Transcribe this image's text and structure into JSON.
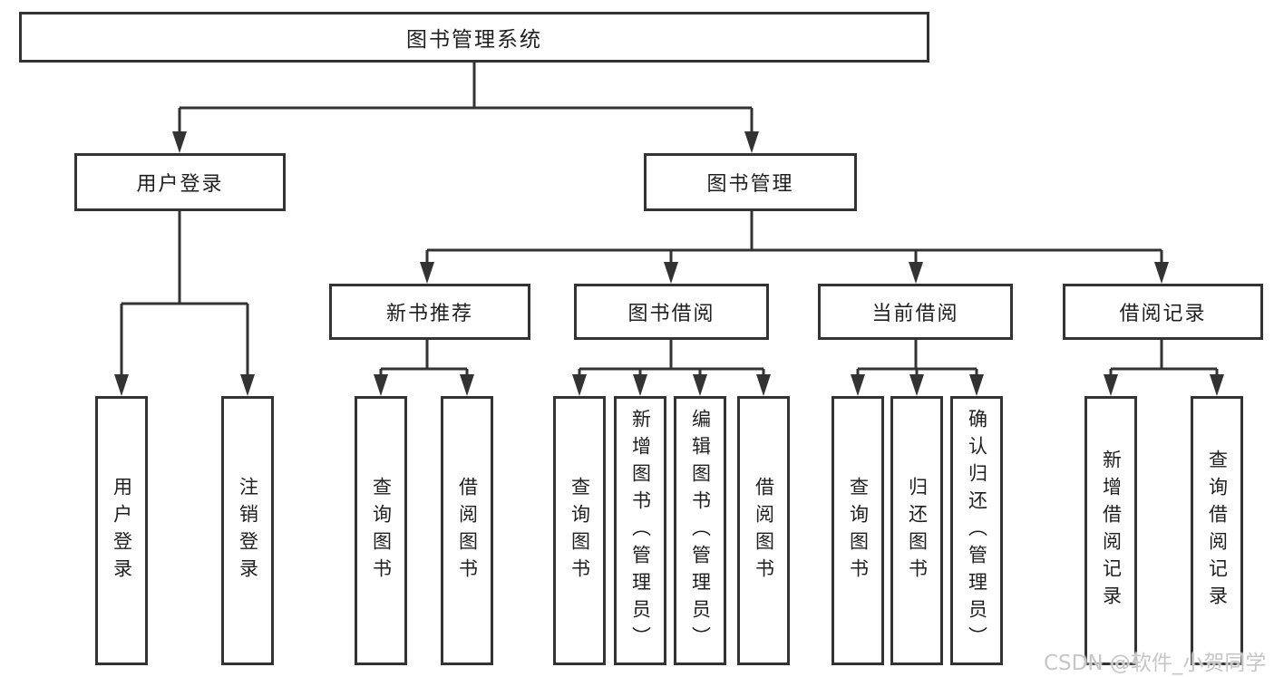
{
  "diagram": {
    "root": {
      "label": "图书管理系统"
    },
    "level2": [
      {
        "label": "用户登录",
        "children": [
          {
            "label": "用户登录"
          },
          {
            "label": "注销登录"
          }
        ]
      },
      {
        "label": "图书管理",
        "children": [
          {
            "label": "新书推荐",
            "children": [
              {
                "label": "查询图书"
              },
              {
                "label": "借阅图书"
              }
            ]
          },
          {
            "label": "图书借阅",
            "children": [
              {
                "label": "查询图书"
              },
              {
                "label": "新增图书（管理员）"
              },
              {
                "label": "编辑图书（管理员）"
              },
              {
                "label": "借阅图书"
              }
            ]
          },
          {
            "label": "当前借阅",
            "children": [
              {
                "label": "查询图书"
              },
              {
                "label": "归还图书"
              },
              {
                "label": "确认归还（管理员）"
              }
            ]
          },
          {
            "label": "借阅记录",
            "children": [
              {
                "label": "新增借阅记录"
              },
              {
                "label": "查询借阅记录"
              }
            ]
          }
        ]
      }
    ]
  },
  "watermark": {
    "text": "CSDN @软件_小贺同学"
  },
  "colors": {
    "line": "#333333",
    "text": "#1f1f1f",
    "background": "#ffffff",
    "watermark": "#c6c6c6"
  }
}
